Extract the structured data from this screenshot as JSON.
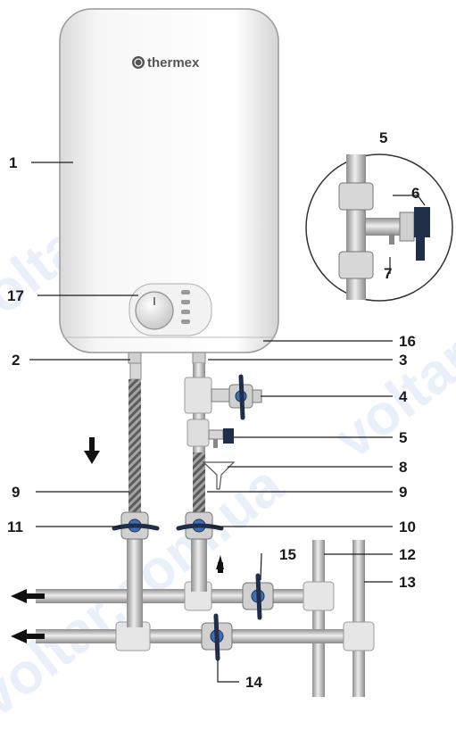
{
  "brand": "thermex",
  "watermark_text": "voltar.com.ua",
  "colors": {
    "tank_body": "#f4f4f4",
    "pipe": "#bfbfbf",
    "valve_handle": "#1f2f4a",
    "valve_cap": "#3f6fb7",
    "leader_line": "#1a1a1a"
  },
  "labels": {
    "n1": "1",
    "n2": "2",
    "n3": "3",
    "n4": "4",
    "n5": "5",
    "n5_detail": "5",
    "n6": "6",
    "n7": "7",
    "n8": "8",
    "n9_left": "9",
    "n9_right": "9",
    "n10": "10",
    "n11": "11",
    "n12": "12",
    "n13": "13",
    "n14": "14",
    "n15": "15",
    "n16": "16",
    "n17": "17"
  }
}
